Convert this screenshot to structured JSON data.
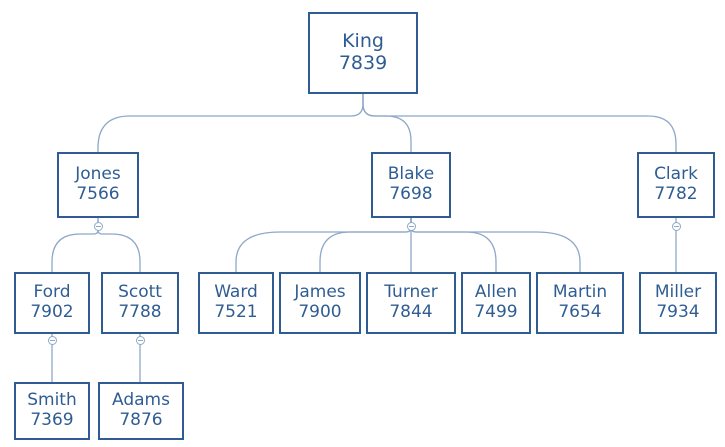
{
  "org_chart": {
    "root": {
      "id": "king",
      "name": "King",
      "number": "7839"
    },
    "level1": [
      {
        "id": "jones",
        "name": "Jones",
        "number": "7566",
        "parent": "king"
      },
      {
        "id": "blake",
        "name": "Blake",
        "number": "7698",
        "parent": "king"
      },
      {
        "id": "clark",
        "name": "Clark",
        "number": "7782",
        "parent": "king"
      }
    ],
    "level2": [
      {
        "id": "ford",
        "name": "Ford",
        "number": "7902",
        "parent": "jones"
      },
      {
        "id": "scott",
        "name": "Scott",
        "number": "7788",
        "parent": "jones"
      },
      {
        "id": "ward",
        "name": "Ward",
        "number": "7521",
        "parent": "blake"
      },
      {
        "id": "james",
        "name": "James",
        "number": "7900",
        "parent": "blake"
      },
      {
        "id": "turner",
        "name": "Turner",
        "number": "7844",
        "parent": "blake"
      },
      {
        "id": "allen",
        "name": "Allen",
        "number": "7499",
        "parent": "blake"
      },
      {
        "id": "martin",
        "name": "Martin",
        "number": "7654",
        "parent": "blake"
      },
      {
        "id": "miller",
        "name": "Miller",
        "number": "7934",
        "parent": "clark"
      }
    ],
    "level3": [
      {
        "id": "smith",
        "name": "Smith",
        "number": "7369",
        "parent": "ford"
      },
      {
        "id": "adams",
        "name": "Adams",
        "number": "7876",
        "parent": "scott"
      }
    ]
  },
  "colors": {
    "box_border": "#2f5d93",
    "text": "#2f5d93",
    "connector": "#8ea8c8",
    "background": "#ffffff"
  },
  "icons": {
    "collapse": "minus-circle-icon"
  }
}
